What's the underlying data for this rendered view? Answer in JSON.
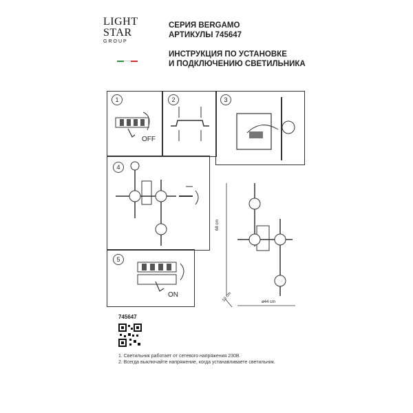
{
  "brand": {
    "line1": "LIGHT",
    "line2": "STAR",
    "line3": "GROUP",
    "flag_colors": [
      "#2e8b3a",
      "#ffffff",
      "#d22b2b"
    ]
  },
  "header": {
    "series": "СЕРИЯ BERGAMO",
    "article": "АРТИКУЛЫ 745647",
    "title_line1": "ИНСТРУКЦИЯ ПО УСТАНОВКЕ",
    "title_line2": "И ПОДКЛЮЧЕНИЮ СВЕТИЛЬНИКА"
  },
  "steps": [
    {
      "number": "1",
      "label": "OFF"
    },
    {
      "number": "2"
    },
    {
      "number": "3"
    },
    {
      "number": "4"
    },
    {
      "number": "5",
      "label": "ON"
    }
  ],
  "dimensions": {
    "height": "68 cm",
    "depth": "10 cm",
    "width": "ø44 cm"
  },
  "article_code": "745647",
  "notes": [
    "1. Светильник работает от сетевого напряжения 230В.",
    "2. Всегда выключайте напряжение, когда устанавливаете светильник."
  ]
}
